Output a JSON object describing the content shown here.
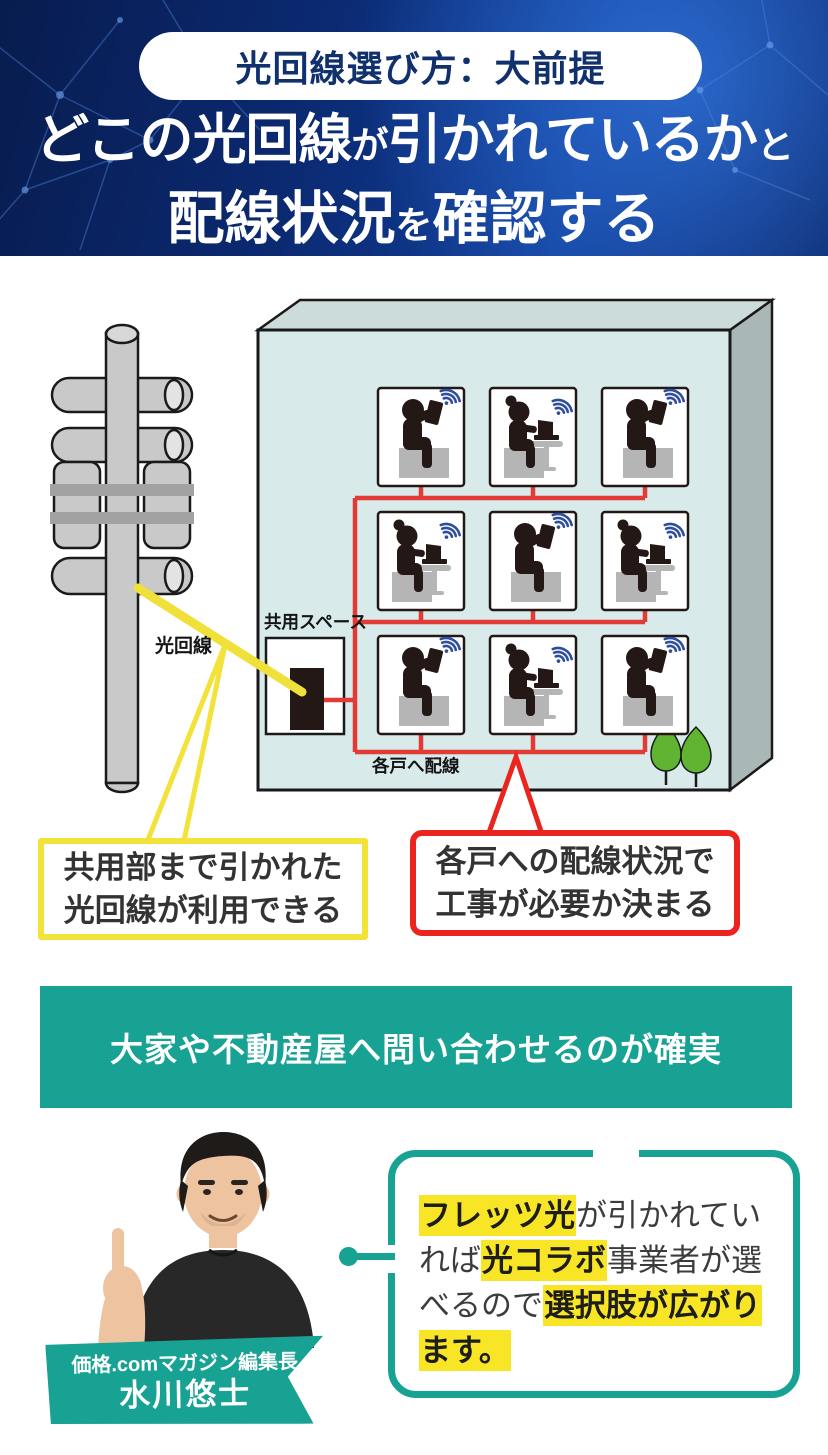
{
  "header": {
    "badge": "光回線選び方：大前提",
    "title_line1": [
      {
        "t": "どこの光回線"
      },
      {
        "t": "が"
      },
      {
        "t": "引かれているか"
      },
      {
        "t": "と"
      }
    ],
    "title_line2": [
      {
        "t": "配線状況"
      },
      {
        "t": "を"
      },
      {
        "t": "確認する"
      }
    ],
    "colors": {
      "bg_navy": "#0b2a72",
      "badge_text": "#10316e"
    }
  },
  "diagram": {
    "labels": {
      "fiber_line": "光回線",
      "shared_space": "共用スペース",
      "unit_wiring": "各戸へ配線"
    },
    "units": [
      "tablet",
      "laptop",
      "tablet",
      "laptop",
      "tablet",
      "laptop",
      "tablet",
      "laptop",
      "tablet"
    ],
    "colors": {
      "building_front": "#d8eaea",
      "building_side": "#a9b8b6",
      "building_top": "#ccdcdb",
      "wire_red": "#e23b36",
      "fiber_yellow": "#f0e03a",
      "silhouette": "#231815",
      "bench_gray": "#b5b5b6",
      "wifi_blue": "#2e4d9e",
      "tree_green": "#5fb431",
      "pole_gray": "#c9c9c9"
    }
  },
  "callouts": {
    "yellow": {
      "line1": "共用部まで引かれた",
      "line2": "光回線が利用できる",
      "border": "#f2e23a"
    },
    "red": {
      "line1": "各戸への配線状況で",
      "line2": "工事が必要か決まる",
      "border": "#ea241f"
    }
  },
  "banner": {
    "text": "大家や不動産屋へ問い合わせるのが確実",
    "bg": "#17a294"
  },
  "expert": {
    "role": "価格.comマガジン編集長",
    "name": "水川悠士",
    "speech": {
      "highlight_color": "#f8e626",
      "line1": [
        {
          "t": "フレッツ光",
          "hl": true
        },
        {
          "t": "が引かれてい",
          "hl": false
        }
      ],
      "line2": [
        {
          "t": "れば",
          "hl": false
        },
        {
          "t": "光コラボ",
          "hl": true
        },
        {
          "t": "事業者が選",
          "hl": false
        }
      ],
      "line3": [
        {
          "t": "べるので",
          "hl": false
        },
        {
          "t": "選択肢が広がり",
          "hl": true
        }
      ],
      "line4": [
        {
          "t": "ます。",
          "hl": true
        }
      ]
    }
  }
}
